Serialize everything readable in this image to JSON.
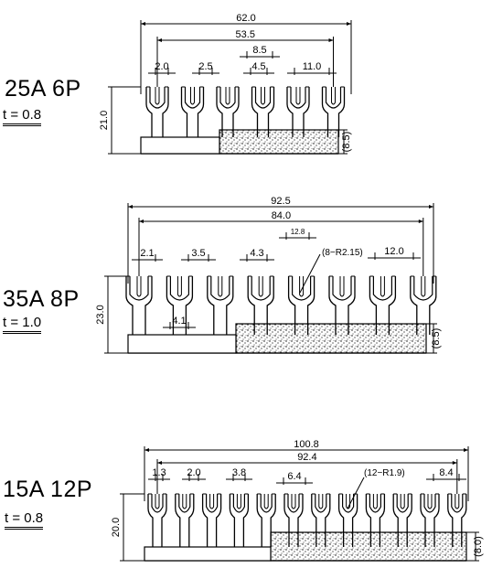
{
  "parts": [
    {
      "title": "25A 6P",
      "thickness": "t = 0.8",
      "overall": "62.0",
      "span": "53.5",
      "slot_w": "2.0",
      "slot_inner": "2.5",
      "pitch_outer": "8.5",
      "pitch_inner": "4.5",
      "pitch": "11.0",
      "height": "21.0",
      "base_h": "(8.5)",
      "terminals": 6
    },
    {
      "title": "35A 8P",
      "thickness": "t = 1.0",
      "overall": "92.5",
      "span": "84.0",
      "slot_w": "2.1",
      "slot_inner": "3.5",
      "slot_gap": "4.3",
      "tab_w": "12.8",
      "radius": "(8−R2.15)",
      "pitch": "12.0",
      "gap": "4.1",
      "height": "23.0",
      "base_h": "(8.5)",
      "terminals": 8
    },
    {
      "title": "15A 12P",
      "thickness": "t = 0.8",
      "overall": "100.8",
      "span": "92.4",
      "slot_w": "1.3",
      "slot_inner": "2.0",
      "slot_gap": "3.8",
      "tab_w": "6.4",
      "radius": "(12−R1.9)",
      "pitch": "8.4",
      "height": "20.0",
      "base_h": "(8.0)",
      "terminals": 12
    }
  ]
}
